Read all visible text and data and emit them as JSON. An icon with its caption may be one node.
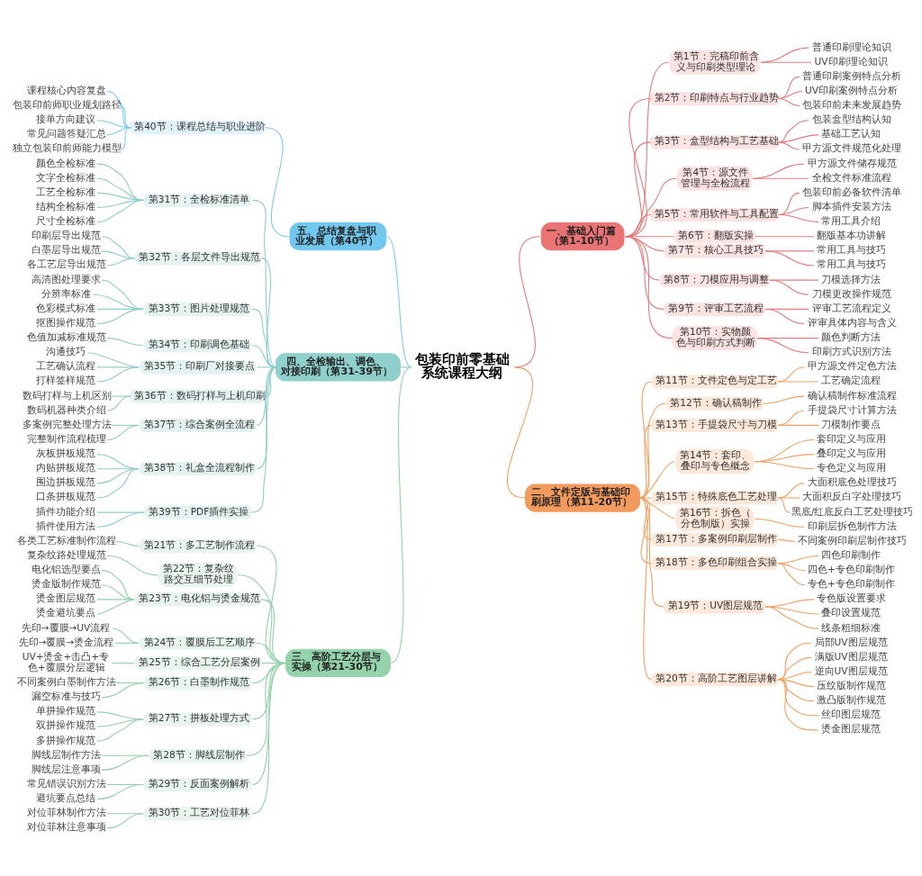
{
  "diagram": {
    "nodes": [
      {
        "text": [
          "包装印前零基础系统课程大纲"
        ]
      },
      {
        "text": [
          "一、基础入门篇（第1-10节）"
        ]
      },
      {
        "text": [
          "第1节：完稿印前含义与印刷类型理论"
        ]
      },
      {
        "text": [
          "普通印刷理论知识"
        ]
      },
      {
        "text": [
          "UV印刷理论知识"
        ]
      },
      {
        "text": [
          "第2节：印刷特点与行业趋势"
        ]
      },
      {
        "text": [
          "普通印刷案例特点分析"
        ]
      },
      {
        "text": [
          "UV印刷案例特点分析"
        ]
      },
      {
        "text": [
          "包装印前未来发展趋势"
        ]
      },
      {
        "text": [
          "第3节：盒型结构与工艺基础"
        ]
      },
      {
        "text": [
          "包装盒型结构认知"
        ]
      },
      {
        "text": [
          "基础工艺认知"
        ]
      },
      {
        "text": [
          "甲方源文件规范化处理"
        ]
      },
      {
        "text": [
          "第4节：源文件管理与全检流程"
        ]
      },
      {
        "text": [
          "甲方源文件储存规范"
        ]
      },
      {
        "text": [
          "全检文件标准流程"
        ]
      },
      {
        "text": [
          "第5节：常用软件与工具配置"
        ]
      },
      {
        "text": [
          "包装印前必备软件清单"
        ]
      },
      {
        "text": [
          "脚本插件安装方法"
        ]
      },
      {
        "text": [
          "常用工具介绍"
        ]
      },
      {
        "text": [
          "第6节：翻版实操"
        ]
      },
      {
        "text": [
          "翻版基本功讲解"
        ]
      },
      {
        "text": [
          "第7节：核心工具技巧"
        ]
      },
      {
        "text": [
          "常用工具与技巧"
        ]
      },
      {
        "text": [
          "常用工具与技巧"
        ]
      },
      {
        "text": [
          "第8节：刀模应用与调整"
        ]
      },
      {
        "text": [
          "刀模选择方法"
        ]
      },
      {
        "text": [
          "刀模更改操作规范"
        ]
      },
      {
        "text": [
          "第9节：评审工艺流程"
        ]
      },
      {
        "text": [
          "评审工艺流程定义"
        ]
      },
      {
        "text": [
          "评审具体内容与含义"
        ]
      },
      {
        "text": [
          "第10节：实物颜色与印刷方式判断"
        ]
      },
      {
        "text": [
          "颜色判断方法"
        ]
      },
      {
        "text": [
          "印刷方式识别方法"
        ]
      },
      {
        "text": [
          "二、文件定版与基础印刷原理（第11-20节）"
        ]
      },
      {
        "text": [
          "第11节：文件定色与定工艺"
        ]
      },
      {
        "text": [
          "甲方源文件定色方法"
        ]
      },
      {
        "text": [
          "工艺确定流程"
        ]
      },
      {
        "text": [
          "第12节：确认稿制作"
        ]
      },
      {
        "text": [
          "确认稿制作标准流程"
        ]
      },
      {
        "text": [
          "第13节：手提袋尺寸与刀模"
        ]
      },
      {
        "text": [
          "手提袋尺寸计算方法"
        ]
      },
      {
        "text": [
          "刀模制作要点"
        ]
      },
      {
        "text": [
          "第14节：套印、叠印与专色概念"
        ]
      },
      {
        "text": [
          "套印定义与应用"
        ]
      },
      {
        "text": [
          "叠印定义与应用"
        ]
      },
      {
        "text": [
          "专色定义与应用"
        ]
      },
      {
        "text": [
          "第15节：特殊底色工艺处理"
        ]
      },
      {
        "text": [
          "大面积底色处理技巧"
        ]
      },
      {
        "text": [
          "大面积反白字处理技巧"
        ]
      },
      {
        "text": [
          "黑底/红底反白工艺处理技巧"
        ]
      },
      {
        "text": [
          "第16节：拆色（分色制版）实操"
        ]
      },
      {
        "text": [
          "印刷层拆色制作方法"
        ]
      },
      {
        "text": [
          "第17节：多案例印刷层制作"
        ]
      },
      {
        "text": [
          "不同案例印刷层制作技巧"
        ]
      },
      {
        "text": [
          "第18节：多色印刷组合实操"
        ]
      },
      {
        "text": [
          "四色印刷制作"
        ]
      },
      {
        "text": [
          "四色+专色印刷制作"
        ]
      },
      {
        "text": [
          "专色+专色印刷制作"
        ]
      },
      {
        "text": [
          "第19节：UV图层规范"
        ]
      },
      {
        "text": [
          "专色版设置要求"
        ]
      },
      {
        "text": [
          "叠印设置规范"
        ]
      },
      {
        "text": [
          "线条粗细标准"
        ]
      },
      {
        "text": [
          "第20节：高阶工艺图层讲解"
        ]
      },
      {
        "text": [
          "局部UV图层规范"
        ]
      },
      {
        "text": [
          "满版UV图层规范"
        ]
      },
      {
        "text": [
          "逆向UV图层规范"
        ]
      },
      {
        "text": [
          "压纹版制作规范"
        ]
      },
      {
        "text": [
          "激凸版制作规范"
        ]
      },
      {
        "text": [
          "丝印图层规范"
        ]
      },
      {
        "text": [
          "烫金图层规范"
        ]
      },
      {
        "text": [
          "三、高阶工艺分层与实操（第21-30节）"
        ]
      },
      {
        "text": [
          "第21节：多工艺制作流程"
        ]
      },
      {
        "text": [
          "各类工艺标准制作流程"
        ]
      },
      {
        "text": [
          "第22节：复杂纹路交互细节处理"
        ]
      },
      {
        "text": [
          "复杂纹路处理规范"
        ]
      },
      {
        "text": [
          "第23节：电化铝与烫金规范"
        ]
      },
      {
        "text": [
          "电化铝选型要点"
        ]
      },
      {
        "text": [
          "烫金版制作规范"
        ]
      },
      {
        "text": [
          "烫金图层规范"
        ]
      },
      {
        "text": [
          "烫金避坑要点"
        ]
      },
      {
        "text": [
          "第24节：覆膜后工艺顺序"
        ]
      },
      {
        "text": [
          "先印→覆膜→UV流程"
        ]
      },
      {
        "text": [
          "先印→覆膜→烫金流程"
        ]
      },
      {
        "text": [
          "第25节：综合工艺分层案例"
        ]
      },
      {
        "text": [
          "UV+烫金+击凸+专色+覆膜分层逻辑"
        ]
      },
      {
        "text": [
          "第26节：白墨制作规范"
        ]
      },
      {
        "text": [
          "不同案例白墨制作方法"
        ]
      },
      {
        "text": [
          "漏空标准与技巧"
        ]
      },
      {
        "text": [
          "第27节：拼板处理方式"
        ]
      },
      {
        "text": [
          "单拼操作规范"
        ]
      },
      {
        "text": [
          "双拼操作规范"
        ]
      },
      {
        "text": [
          "多拼操作规范"
        ]
      },
      {
        "text": [
          "第28节：脚线层制作"
        ]
      },
      {
        "text": [
          "脚线层制作方法"
        ]
      },
      {
        "text": [
          "脚线层注意事项"
        ]
      },
      {
        "text": [
          "第29节：反面案例解析"
        ]
      },
      {
        "text": [
          "常见错误识别方法"
        ]
      },
      {
        "text": [
          "避坑要点总结"
        ]
      },
      {
        "text": [
          "第30节：工艺对位菲林"
        ]
      },
      {
        "text": [
          "对位菲林制作方法"
        ]
      },
      {
        "text": [
          "对位菲林注意事项"
        ]
      },
      {
        "text": [
          "四、全检输出、调色、对接印刷（第31-39节）"
        ]
      },
      {
        "text": [
          "第31节：全检标准清单"
        ]
      },
      {
        "text": [
          "颜色全检标准"
        ]
      },
      {
        "text": [
          "文字全检标准"
        ]
      },
      {
        "text": [
          "工艺全检标准"
        ]
      },
      {
        "text": [
          "结构全检标准"
        ]
      },
      {
        "text": [
          "尺寸全检标准"
        ]
      },
      {
        "text": [
          "第32节：各层文件导出规范"
        ]
      },
      {
        "text": [
          "印刷层导出规范"
        ]
      },
      {
        "text": [
          "白墨层导出规范"
        ]
      },
      {
        "text": [
          "各工艺层导出规范"
        ]
      },
      {
        "text": [
          "第33节：图片处理规范"
        ]
      },
      {
        "text": [
          "高清图处理要求"
        ]
      },
      {
        "text": [
          "分辨率标准"
        ]
      },
      {
        "text": [
          "色彩模式标准"
        ]
      },
      {
        "text": [
          "抠图操作规范"
        ]
      },
      {
        "text": [
          "第34节：印刷调色基础"
        ]
      },
      {
        "text": [
          "色值加减标准规范"
        ]
      },
      {
        "text": [
          "第35节：印刷厂对接要点"
        ]
      },
      {
        "text": [
          "沟通技巧"
        ]
      },
      {
        "text": [
          "工艺确认流程"
        ]
      },
      {
        "text": [
          "打样签样规范"
        ]
      },
      {
        "text": [
          "第36节：数码打样与上机印刷"
        ]
      },
      {
        "text": [
          "数码打样与上机区别"
        ]
      },
      {
        "text": [
          "数码机器种类介绍"
        ]
      },
      {
        "text": [
          "第37节：综合案例全流程"
        ]
      },
      {
        "text": [
          "多案例完整处理方法"
        ]
      },
      {
        "text": [
          "完整制作流程梳理"
        ]
      },
      {
        "text": [
          "第38节：礼盒全流程制作"
        ]
      },
      {
        "text": [
          "灰板拼板规范"
        ]
      },
      {
        "text": [
          "内贴拼板规范"
        ]
      },
      {
        "text": [
          "围边拼板规范"
        ]
      },
      {
        "text": [
          "口条拼板规范"
        ]
      },
      {
        "text": [
          "第39节：PDF插件实操"
        ]
      },
      {
        "text": [
          "插件功能介绍"
        ]
      },
      {
        "text": [
          "插件使用方法"
        ]
      },
      {
        "text": [
          "五、总结复盘与职业发展（第40节）"
        ]
      },
      {
        "text": [
          "第40节：课程总结与职业进阶"
        ]
      },
      {
        "text": [
          "课程核心内容复盘"
        ]
      },
      {
        "text": [
          "包装印前师职业规划路径"
        ]
      },
      {
        "text": [
          "接单方向建议"
        ]
      },
      {
        "text": [
          "常见问题答疑汇总"
        ]
      },
      {
        "text": [
          "独立包装印前师能力模型"
        ]
      }
    ],
    "edges": [
      {
        "from": 0,
        "to": 1,
        "arrow": "none",
        "color": "#e27c7c"
      },
      {
        "from": 1,
        "to": 2,
        "arrow": "none",
        "color": "#e27c7c"
      },
      {
        "from": 2,
        "to": 3,
        "arrow": "none",
        "color": "#e27c7c"
      },
      {
        "from": 2,
        "to": 4,
        "arrow": "none",
        "color": "#e27c7c"
      },
      {
        "from": 1,
        "to": 5,
        "arrow": "none",
        "color": "#e27c7c"
      },
      {
        "from": 5,
        "to": 6,
        "arrow": "none",
        "color": "#e27c7c"
      },
      {
        "from": 5,
        "to": 7,
        "arrow": "none",
        "color": "#e27c7c"
      },
      {
        "from": 5,
        "to": 8,
        "arrow": "none",
        "color": "#e27c7c"
      },
      {
        "from": 1,
        "to": 9,
        "arrow": "none",
        "color": "#e27c7c"
      },
      {
        "from": 9,
        "to": 10,
        "arrow": "none",
        "color": "#e27c7c"
      },
      {
        "from": 9,
        "to": 11,
        "arrow": "none",
        "color": "#e27c7c"
      },
      {
        "from": 9,
        "to": 12,
        "arrow": "none",
        "color": "#e27c7c"
      },
      {
        "from": 1,
        "to": 13,
        "arrow": "none",
        "color": "#e27c7c"
      },
      {
        "from": 13,
        "to": 14,
        "arrow": "none",
        "color": "#e27c7c"
      },
      {
        "from": 13,
        "to": 15,
        "arrow": "none",
        "color": "#e27c7c"
      },
      {
        "from": 1,
        "to": 16,
        "arrow": "none",
        "color": "#e27c7c"
      },
      {
        "from": 16,
        "to": 17,
        "arrow": "none",
        "color": "#e27c7c"
      },
      {
        "from": 16,
        "to": 18,
        "arrow": "none",
        "color": "#e27c7c"
      },
      {
        "from": 16,
        "to": 19,
        "arrow": "none",
        "color": "#e27c7c"
      },
      {
        "from": 1,
        "to": 20,
        "arrow": "none",
        "color": "#e27c7c"
      },
      {
        "from": 20,
        "to": 21,
        "arrow": "none",
        "color": "#e27c7c"
      },
      {
        "from": 1,
        "to": 22,
        "arrow": "none",
        "color": "#e27c7c"
      },
      {
        "from": 22,
        "to": 23,
        "arrow": "none",
        "color": "#e27c7c"
      },
      {
        "from": 22,
        "to": 24,
        "arrow": "none",
        "color": "#e27c7c"
      },
      {
        "from": 1,
        "to": 25,
        "arrow": "none",
        "color": "#e27c7c"
      },
      {
        "from": 25,
        "to": 26,
        "arrow": "none",
        "color": "#e27c7c"
      },
      {
        "from": 25,
        "to": 27,
        "arrow": "none",
        "color": "#e27c7c"
      },
      {
        "from": 1,
        "to": 28,
        "arrow": "none",
        "color": "#e27c7c"
      },
      {
        "from": 28,
        "to": 29,
        "arrow": "none",
        "color": "#e27c7c"
      },
      {
        "from": 28,
        "to": 30,
        "arrow": "none",
        "color": "#e27c7c"
      },
      {
        "from": 1,
        "to": 31,
        "arrow": "none",
        "color": "#e27c7c"
      },
      {
        "from": 31,
        "to": 32,
        "arrow": "none",
        "color": "#e27c7c"
      },
      {
        "from": 31,
        "to": 33,
        "arrow": "none",
        "color": "#e27c7c"
      },
      {
        "from": 0,
        "to": 34,
        "arrow": "none",
        "color": "#f2a062"
      },
      {
        "from": 34,
        "to": 35,
        "arrow": "none",
        "color": "#f2a062"
      },
      {
        "from": 35,
        "to": 36,
        "arrow": "none",
        "color": "#f2a062"
      },
      {
        "from": 35,
        "to": 37,
        "arrow": "none",
        "color": "#f2a062"
      },
      {
        "from": 34,
        "to": 38,
        "arrow": "none",
        "color": "#f2a062"
      },
      {
        "from": 38,
        "to": 39,
        "arrow": "none",
        "color": "#f2a062"
      },
      {
        "from": 34,
        "to": 40,
        "arrow": "none",
        "color": "#f2a062"
      },
      {
        "from": 40,
        "to": 41,
        "arrow": "none",
        "color": "#f2a062"
      },
      {
        "from": 40,
        "to": 42,
        "arrow": "none",
        "color": "#f2a062"
      },
      {
        "from": 34,
        "to": 43,
        "arrow": "none",
        "color": "#f2a062"
      },
      {
        "from": 43,
        "to": 44,
        "arrow": "none",
        "color": "#f2a062"
      },
      {
        "from": 43,
        "to": 45,
        "arrow": "none",
        "color": "#f2a062"
      },
      {
        "from": 43,
        "to": 46,
        "arrow": "none",
        "color": "#f2a062"
      },
      {
        "from": 34,
        "to": 47,
        "arrow": "none",
        "color": "#f2a062"
      },
      {
        "from": 47,
        "to": 48,
        "arrow": "none",
        "color": "#f2a062"
      },
      {
        "from": 47,
        "to": 49,
        "arrow": "none",
        "color": "#f2a062"
      },
      {
        "from": 47,
        "to": 50,
        "arrow": "none",
        "color": "#f2a062"
      },
      {
        "from": 34,
        "to": 51,
        "arrow": "none",
        "color": "#f2a062"
      },
      {
        "from": 51,
        "to": 52,
        "arrow": "none",
        "color": "#f2a062"
      },
      {
        "from": 34,
        "to": 53,
        "arrow": "none",
        "color": "#f2a062"
      },
      {
        "from": 53,
        "to": 54,
        "arrow": "none",
        "color": "#f2a062"
      },
      {
        "from": 34,
        "to": 55,
        "arrow": "none",
        "color": "#f2a062"
      },
      {
        "from": 55,
        "to": 56,
        "arrow": "none",
        "color": "#f2a062"
      },
      {
        "from": 55,
        "to": 57,
        "arrow": "none",
        "color": "#f2a062"
      },
      {
        "from": 55,
        "to": 58,
        "arrow": "none",
        "color": "#f2a062"
      },
      {
        "from": 34,
        "to": 59,
        "arrow": "none",
        "color": "#f2a062"
      },
      {
        "from": 59,
        "to": 60,
        "arrow": "none",
        "color": "#f2a062"
      },
      {
        "from": 59,
        "to": 61,
        "arrow": "none",
        "color": "#f2a062"
      },
      {
        "from": 59,
        "to": 62,
        "arrow": "none",
        "color": "#f2a062"
      },
      {
        "from": 34,
        "to": 63,
        "arrow": "none",
        "color": "#f2a062"
      },
      {
        "from": 63,
        "to": 64,
        "arrow": "none",
        "color": "#f2a062"
      },
      {
        "from": 63,
        "to": 65,
        "arrow": "none",
        "color": "#f2a062"
      },
      {
        "from": 63,
        "to": 66,
        "arrow": "none",
        "color": "#f2a062"
      },
      {
        "from": 63,
        "to": 67,
        "arrow": "none",
        "color": "#f2a062"
      },
      {
        "from": 63,
        "to": 68,
        "arrow": "none",
        "color": "#f2a062"
      },
      {
        "from": 63,
        "to": 69,
        "arrow": "none",
        "color": "#f2a062"
      },
      {
        "from": 63,
        "to": 70,
        "arrow": "none",
        "color": "#f2a062"
      },
      {
        "from": 138,
        "to": 0,
        "arrow": "none",
        "color": "#7fcbec"
      },
      {
        "from": 139,
        "to": 138,
        "arrow": "none",
        "color": "#7fcbec"
      },
      {
        "from": 140,
        "to": 139,
        "arrow": "none",
        "color": "#7fcbec"
      },
      {
        "from": 141,
        "to": 139,
        "arrow": "none",
        "color": "#7fcbec"
      },
      {
        "from": 142,
        "to": 139,
        "arrow": "none",
        "color": "#7fcbec"
      },
      {
        "from": 143,
        "to": 139,
        "arrow": "none",
        "color": "#7fcbec"
      },
      {
        "from": 144,
        "to": 139,
        "arrow": "none",
        "color": "#7fcbec"
      },
      {
        "from": 102,
        "to": 0,
        "arrow": "none",
        "color": "#8fcdc9"
      },
      {
        "from": 103,
        "to": 102,
        "arrow": "none",
        "color": "#8fcdc9"
      },
      {
        "from": 104,
        "to": 103,
        "arrow": "none",
        "color": "#8fcdc9"
      },
      {
        "from": 105,
        "to": 103,
        "arrow": "none",
        "color": "#8fcdc9"
      },
      {
        "from": 106,
        "to": 103,
        "arrow": "none",
        "color": "#8fcdc9"
      },
      {
        "from": 107,
        "to": 103,
        "arrow": "none",
        "color": "#8fcdc9"
      },
      {
        "from": 108,
        "to": 103,
        "arrow": "none",
        "color": "#8fcdc9"
      },
      {
        "from": 109,
        "to": 102,
        "arrow": "none",
        "color": "#8fcdc9"
      },
      {
        "from": 110,
        "to": 109,
        "arrow": "none",
        "color": "#8fcdc9"
      },
      {
        "from": 111,
        "to": 109,
        "arrow": "none",
        "color": "#8fcdc9"
      },
      {
        "from": 112,
        "to": 109,
        "arrow": "none",
        "color": "#8fcdc9"
      },
      {
        "from": 113,
        "to": 102,
        "arrow": "none",
        "color": "#8fcdc9"
      },
      {
        "from": 114,
        "to": 113,
        "arrow": "none",
        "color": "#8fcdc9"
      },
      {
        "from": 115,
        "to": 113,
        "arrow": "none",
        "color": "#8fcdc9"
      },
      {
        "from": 116,
        "to": 113,
        "arrow": "none",
        "color": "#8fcdc9"
      },
      {
        "from": 117,
        "to": 113,
        "arrow": "none",
        "color": "#8fcdc9"
      },
      {
        "from": 118,
        "to": 102,
        "arrow": "none",
        "color": "#8fcdc9"
      },
      {
        "from": 119,
        "to": 118,
        "arrow": "none",
        "color": "#8fcdc9"
      },
      {
        "from": 120,
        "to": 102,
        "arrow": "none",
        "color": "#8fcdc9"
      },
      {
        "from": 121,
        "to": 120,
        "arrow": "none",
        "color": "#8fcdc9"
      },
      {
        "from": 122,
        "to": 120,
        "arrow": "none",
        "color": "#8fcdc9"
      },
      {
        "from": 123,
        "to": 120,
        "arrow": "none",
        "color": "#8fcdc9"
      },
      {
        "from": 124,
        "to": 102,
        "arrow": "none",
        "color": "#8fcdc9"
      },
      {
        "from": 125,
        "to": 124,
        "arrow": "none",
        "color": "#8fcdc9"
      },
      {
        "from": 126,
        "to": 124,
        "arrow": "none",
        "color": "#8fcdc9"
      },
      {
        "from": 127,
        "to": 102,
        "arrow": "none",
        "color": "#8fcdc9"
      },
      {
        "from": 128,
        "to": 127,
        "arrow": "none",
        "color": "#8fcdc9"
      },
      {
        "from": 129,
        "to": 127,
        "arrow": "none",
        "color": "#8fcdc9"
      },
      {
        "from": 130,
        "to": 102,
        "arrow": "none",
        "color": "#8fcdc9"
      },
      {
        "from": 131,
        "to": 130,
        "arrow": "none",
        "color": "#8fcdc9"
      },
      {
        "from": 132,
        "to": 130,
        "arrow": "none",
        "color": "#8fcdc9"
      },
      {
        "from": 133,
        "to": 130,
        "arrow": "none",
        "color": "#8fcdc9"
      },
      {
        "from": 134,
        "to": 130,
        "arrow": "none",
        "color": "#8fcdc9"
      },
      {
        "from": 135,
        "to": 102,
        "arrow": "none",
        "color": "#8fcdc9"
      },
      {
        "from": 136,
        "to": 135,
        "arrow": "none",
        "color": "#8fcdc9"
      },
      {
        "from": 137,
        "to": 135,
        "arrow": "none",
        "color": "#8fcdc9"
      },
      {
        "from": 71,
        "to": 0,
        "arrow": "none",
        "color": "#92d1a8"
      },
      {
        "from": 72,
        "to": 71,
        "arrow": "none",
        "color": "#92d1a8"
      },
      {
        "from": 73,
        "to": 72,
        "arrow": "none",
        "color": "#92d1a8"
      },
      {
        "from": 74,
        "to": 71,
        "arrow": "none",
        "color": "#92d1a8"
      },
      {
        "from": 75,
        "to": 74,
        "arrow": "none",
        "color": "#92d1a8"
      },
      {
        "from": 76,
        "to": 71,
        "arrow": "none",
        "color": "#92d1a8"
      },
      {
        "from": 77,
        "to": 76,
        "arrow": "none",
        "color": "#92d1a8"
      },
      {
        "from": 78,
        "to": 76,
        "arrow": "none",
        "color": "#92d1a8"
      },
      {
        "from": 79,
        "to": 76,
        "arrow": "none",
        "color": "#92d1a8"
      },
      {
        "from": 80,
        "to": 76,
        "arrow": "none",
        "color": "#92d1a8"
      },
      {
        "from": 81,
        "to": 71,
        "arrow": "none",
        "color": "#92d1a8"
      },
      {
        "from": 82,
        "to": 81,
        "arrow": "none",
        "color": "#92d1a8"
      },
      {
        "from": 83,
        "to": 81,
        "arrow": "none",
        "color": "#92d1a8"
      },
      {
        "from": 84,
        "to": 71,
        "arrow": "none",
        "color": "#92d1a8"
      },
      {
        "from": 85,
        "to": 84,
        "arrow": "none",
        "color": "#92d1a8"
      },
      {
        "from": 86,
        "to": 71,
        "arrow": "none",
        "color": "#92d1a8"
      },
      {
        "from": 87,
        "to": 86,
        "arrow": "none",
        "color": "#92d1a8"
      },
      {
        "from": 88,
        "to": 86,
        "arrow": "none",
        "color": "#92d1a8"
      },
      {
        "from": 89,
        "to": 71,
        "arrow": "none",
        "color": "#92d1a8"
      },
      {
        "from": 90,
        "to": 89,
        "arrow": "none",
        "color": "#92d1a8"
      },
      {
        "from": 91,
        "to": 89,
        "arrow": "none",
        "color": "#92d1a8"
      },
      {
        "from": 92,
        "to": 89,
        "arrow": "none",
        "color": "#92d1a8"
      },
      {
        "from": 93,
        "to": 71,
        "arrow": "none",
        "color": "#92d1a8"
      },
      {
        "from": 94,
        "to": 93,
        "arrow": "none",
        "color": "#92d1a8"
      },
      {
        "from": 95,
        "to": 93,
        "arrow": "none",
        "color": "#92d1a8"
      },
      {
        "from": 96,
        "to": 71,
        "arrow": "none",
        "color": "#92d1a8"
      },
      {
        "from": 97,
        "to": 96,
        "arrow": "none",
        "color": "#92d1a8"
      },
      {
        "from": 98,
        "to": 96,
        "arrow": "none",
        "color": "#92d1a8"
      },
      {
        "from": 99,
        "to": 71,
        "arrow": "none",
        "color": "#92d1a8"
      },
      {
        "from": 100,
        "to": 99,
        "arrow": "none",
        "color": "#92d1a8"
      },
      {
        "from": 101,
        "to": 99,
        "arrow": "none",
        "color": "#92d1a8"
      }
    ]
  }
}
